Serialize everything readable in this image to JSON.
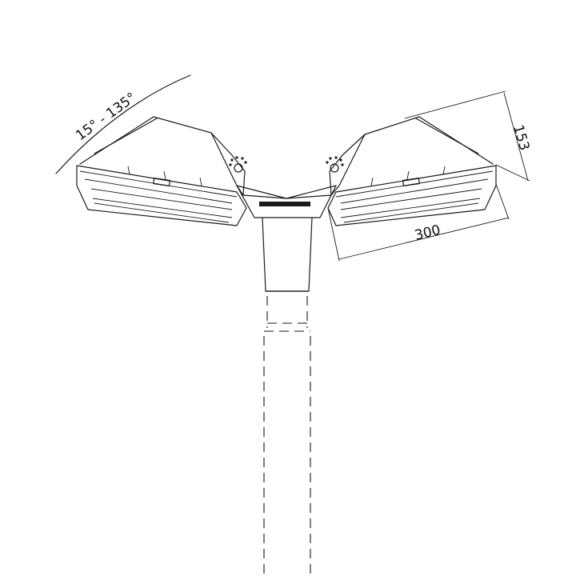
{
  "annotations": {
    "tilt_range": "15° - 135°",
    "height_dimension": "153",
    "length_dimension": "300"
  },
  "colors": {
    "line": "#1a1a1a",
    "background": "#ffffff"
  }
}
